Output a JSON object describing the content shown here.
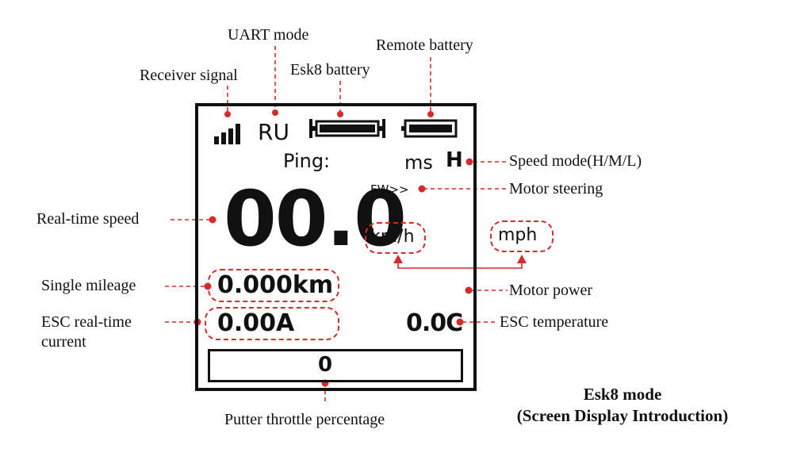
{
  "labels": {
    "uart_mode": "UART mode",
    "remote_battery": "Remote battery",
    "receiver_signal": "Receiver signal",
    "esk8_battery": "Esk8 battery",
    "speed_mode": "Speed mode(H/M/L)",
    "motor_steering": "Motor steering",
    "real_time_speed": "Real-time speed",
    "single_mileage": "Single mileage",
    "motor_power": "Motor power",
    "esc_current_line1": "ESC real-time",
    "esc_current_line2": "current",
    "esc_temperature": "ESC temperature",
    "throttle_percentage": "Putter throttle percentage"
  },
  "screen": {
    "uart_value": "RU",
    "ping_label": "Ping:",
    "ping_unit": "ms",
    "speed_mode_value": "H",
    "steering_value": "FW>>",
    "speed_value": "00.0",
    "unit_kmh": "km/h",
    "unit_mph": "mph",
    "mileage_value": "0.000km",
    "current_value": "0.00A",
    "temperature_value": "0.0C",
    "throttle_value": "0"
  },
  "caption": {
    "line1": "Esk8 mode",
    "line2": "(Screen Display Introduction)"
  },
  "colors": {
    "annotation": "#d62b2b",
    "ink": "#111111"
  }
}
